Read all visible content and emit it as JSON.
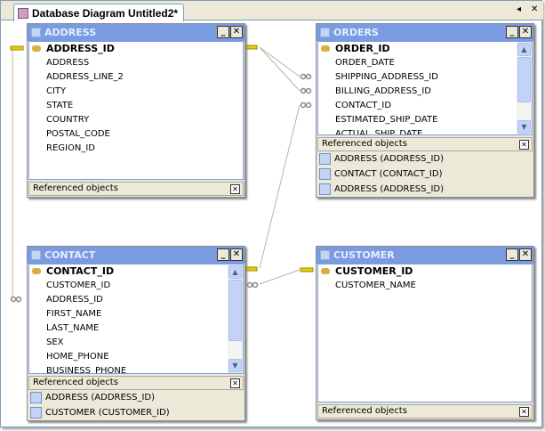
{
  "tab": {
    "title": "Database Diagram Untitled2*"
  },
  "controls": {
    "menu": "◂",
    "close": "✕"
  },
  "tables": [
    {
      "id": "address",
      "name": "ADDRESS",
      "columns": [
        "ADDRESS_ID",
        "ADDRESS",
        "ADDRESS_LINE_2",
        "CITY",
        "STATE",
        "COUNTRY",
        "POSTAL_CODE",
        "REGION_ID"
      ],
      "primary_key": "ADDRESS_ID",
      "scrollbar": false,
      "ref_label": "Referenced objects",
      "refs": []
    },
    {
      "id": "orders",
      "name": "ORDERS",
      "columns": [
        "ORDER_ID",
        "ORDER_DATE",
        "SHIPPING_ADDRESS_ID",
        "BILLING_ADDRESS_ID",
        "CONTACT_ID",
        "ESTIMATED_SHIP_DATE",
        "ACTUAL_SHIP_DATE"
      ],
      "primary_key": "ORDER_ID",
      "scrollbar": true,
      "ref_label": "Referenced objects",
      "refs": [
        "ADDRESS (ADDRESS_ID)",
        "CONTACT (CONTACT_ID)",
        "ADDRESS (ADDRESS_ID)"
      ]
    },
    {
      "id": "contact",
      "name": "CONTACT",
      "columns": [
        "CONTACT_ID",
        "CUSTOMER_ID",
        "ADDRESS_ID",
        "FIRST_NAME",
        "LAST_NAME",
        "SEX",
        "HOME_PHONE",
        "BUSINESS_PHONE"
      ],
      "primary_key": "CONTACT_ID",
      "scrollbar": true,
      "ref_label": "Referenced objects",
      "refs": [
        "ADDRESS (ADDRESS_ID)",
        "CUSTOMER (CUSTOMER_ID)"
      ]
    },
    {
      "id": "customer",
      "name": "CUSTOMER",
      "columns": [
        "CUSTOMER_ID",
        "CUSTOMER_NAME"
      ],
      "primary_key": "CUSTOMER_ID",
      "scrollbar": false,
      "ref_label": "Referenced objects",
      "refs": []
    }
  ],
  "colors": {
    "header": "#7b9be0",
    "key": "#e8d000",
    "line": "#b8b4a8"
  }
}
